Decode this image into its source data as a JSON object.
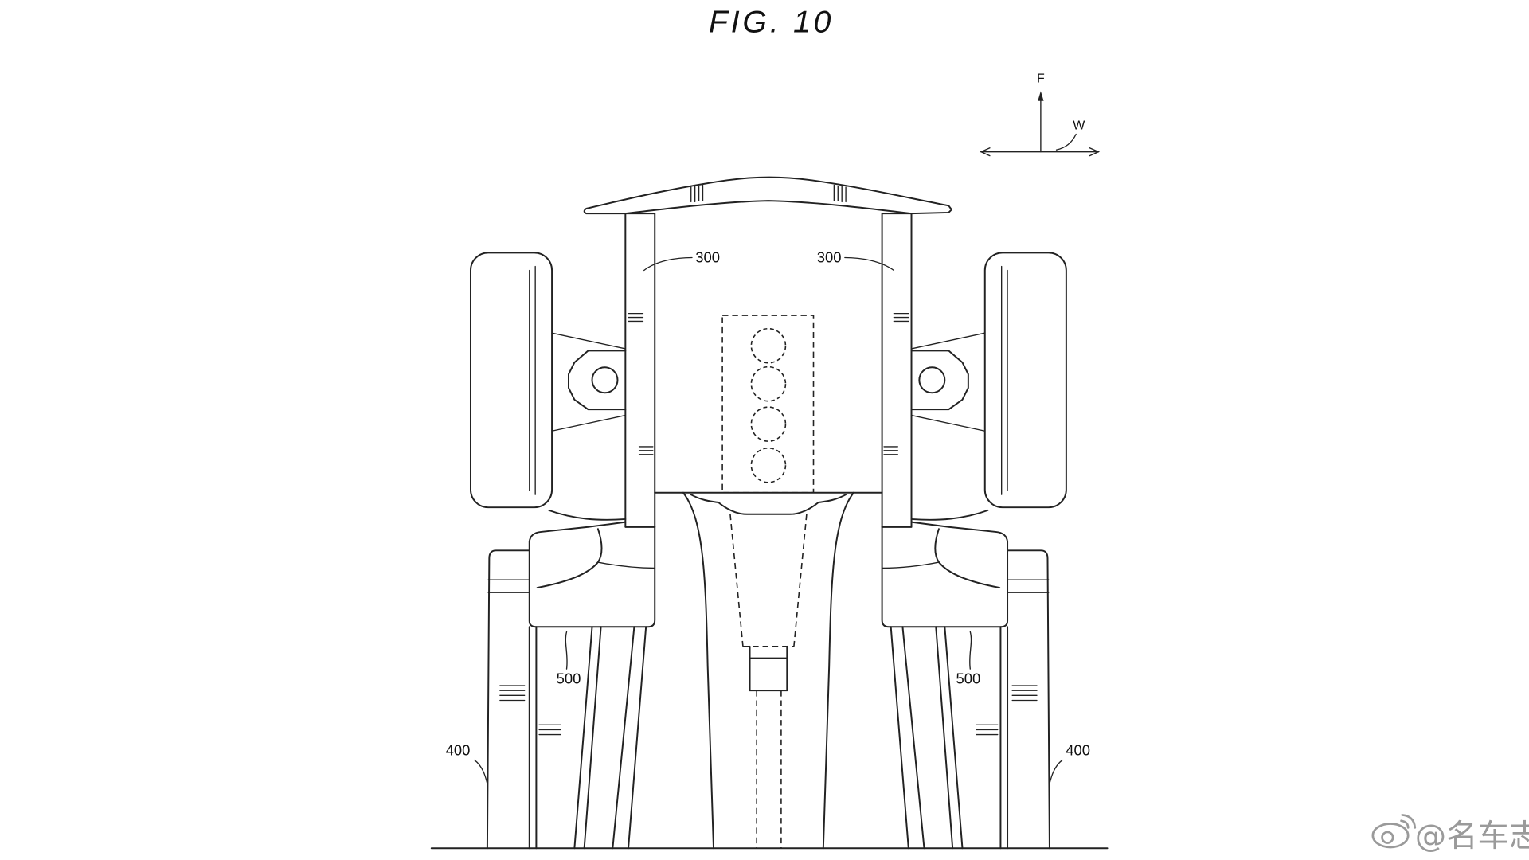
{
  "figure": {
    "title": "FIG. 10"
  },
  "direction_indicator": {
    "forward": "F",
    "lateral": "W"
  },
  "reference_numerals": [
    "300",
    "300",
    "500",
    "500",
    "400",
    "400"
  ],
  "watermark": {
    "text": "@名车志",
    "icon": "weibo-logo-icon"
  },
  "colors": {
    "line": "#222222",
    "background": "#ffffff",
    "watermark": "#9a9a9a"
  }
}
